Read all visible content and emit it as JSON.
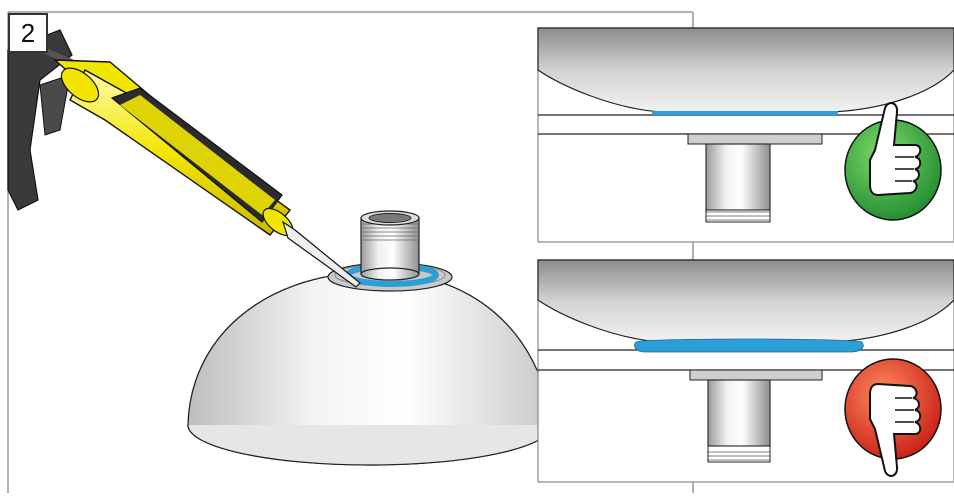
{
  "step": {
    "number": "2"
  },
  "panels": [
    {
      "id": "correct",
      "verdict": "correct",
      "icon": "thumbs-up-icon",
      "badge_color": "#2f9e44"
    },
    {
      "id": "incorrect",
      "verdict": "incorrect",
      "icon": "thumbs-down-icon",
      "badge_color": "#d7261e"
    }
  ],
  "colors": {
    "sealant": "#2a9fd8",
    "gun_yellow": "#f2e600",
    "gun_dark": "#2b2b2b"
  }
}
